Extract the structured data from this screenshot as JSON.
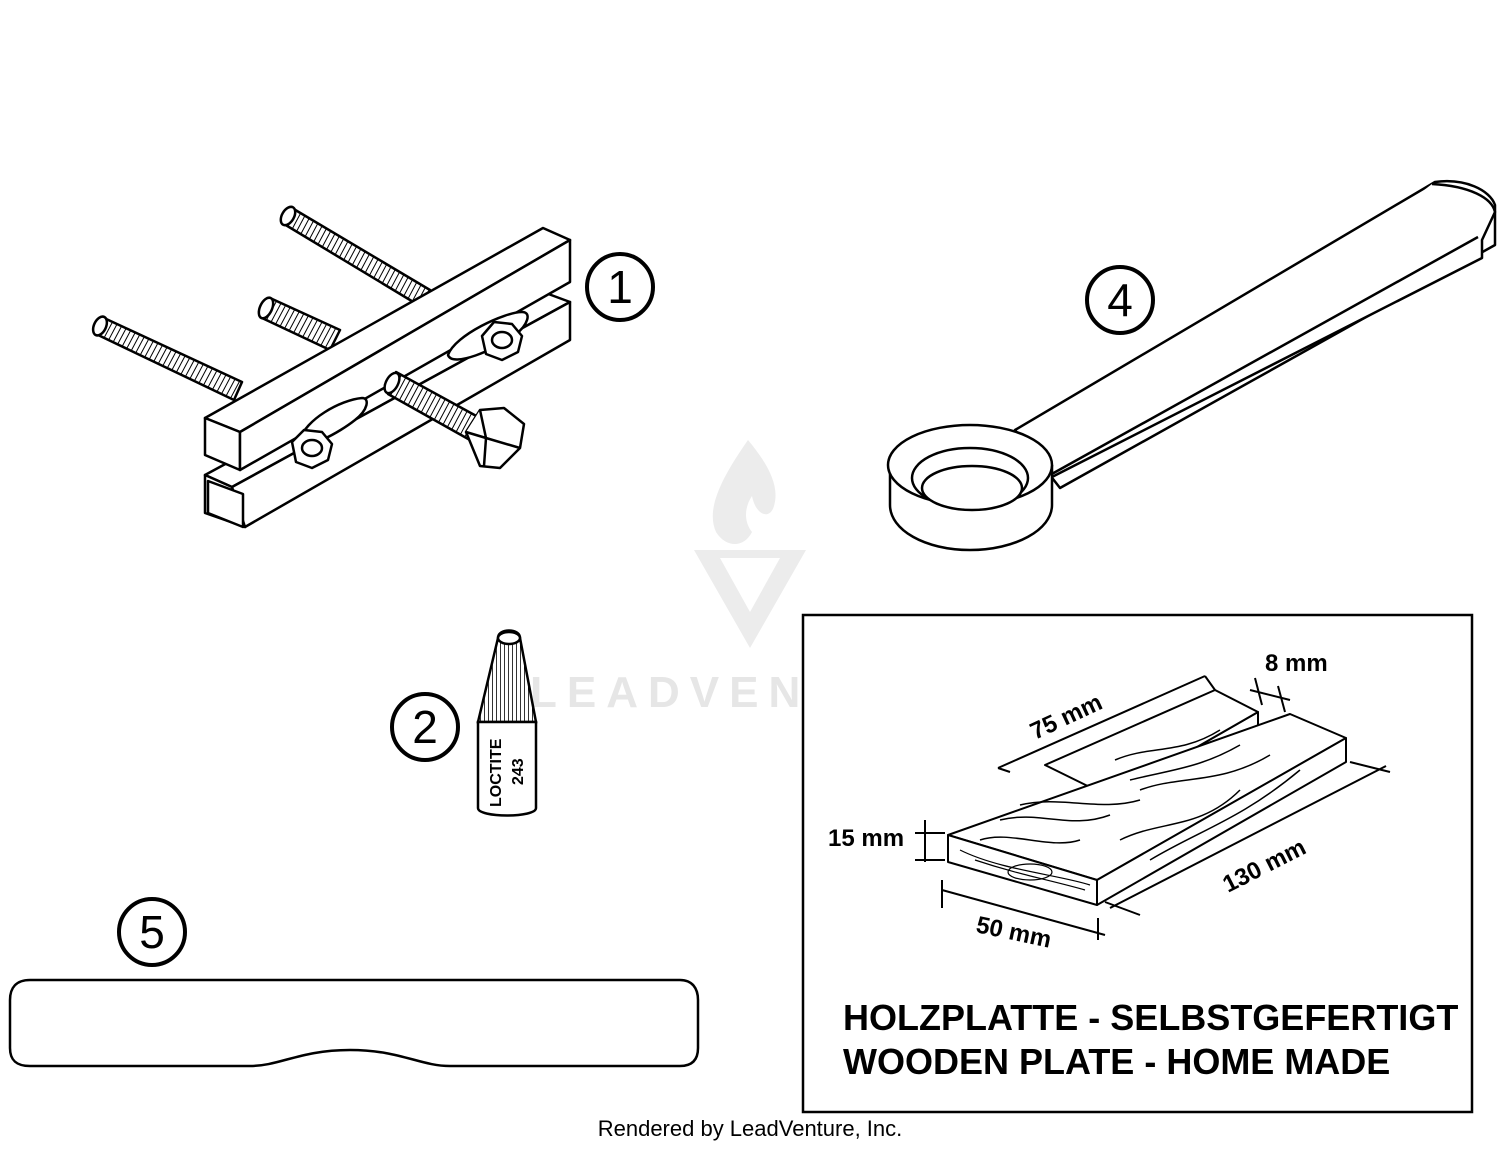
{
  "callouts": {
    "one": "1",
    "two": "2",
    "four": "4",
    "five": "5"
  },
  "loctite": {
    "brand": "LOCTITE",
    "number": "243"
  },
  "wooden_plate": {
    "dim_length": "75 mm",
    "dim_gap": "8 mm",
    "dim_height": "15 mm",
    "dim_width": "50 mm",
    "dim_total": "130 mm",
    "caption_de": "HOLZPLATTE - SELBSTGEFERTIGT",
    "caption_en": "WOODEN PLATE - HOME MADE"
  },
  "watermark": "LEADVENTURE",
  "footer": "Rendered by LeadVenture, Inc.",
  "colors": {
    "line": "#000000",
    "watermark": "#e6e6e6"
  }
}
